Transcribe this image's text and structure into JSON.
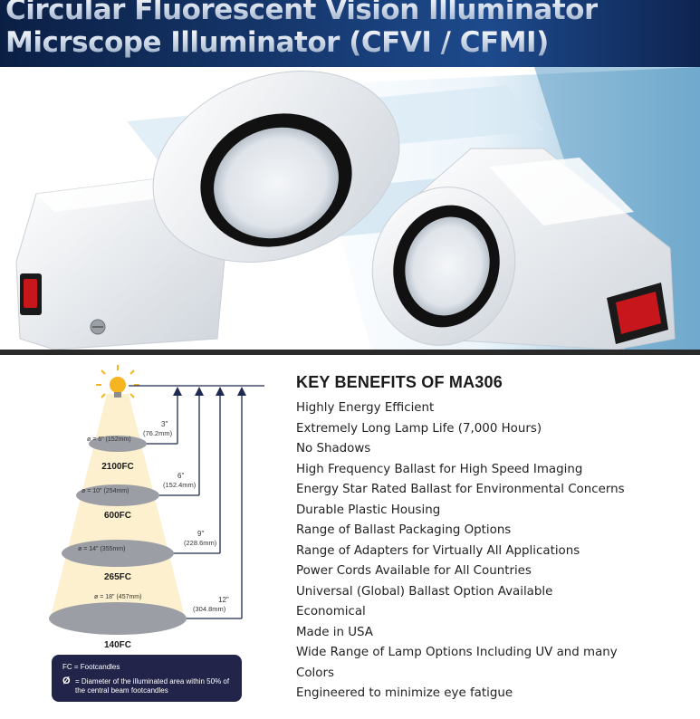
{
  "header": {
    "line1": "Circular Fluorescent Vision Illuminator",
    "line2": "Micrscope Illuminator (CFVI / CFMI)"
  },
  "photo": {
    "icon": "ring-illuminator-product-photo"
  },
  "diagram": {
    "levels": [
      {
        "distance_in": "3\"",
        "distance_mm": "(76.2mm)",
        "diameter": "ø = 6\" (152mm)",
        "footcandles": "2100FC"
      },
      {
        "distance_in": "6\"",
        "distance_mm": "(152.4mm)",
        "diameter": "ø = 10\" (254mm)",
        "footcandles": "600FC"
      },
      {
        "distance_in": "9\"",
        "distance_mm": "(228.6mm)",
        "diameter": "ø = 14\" (355mm)",
        "footcandles": "265FC"
      },
      {
        "distance_in": "12\"",
        "distance_mm": "(304.8mm)",
        "diameter": "ø = 18\" (457mm)",
        "footcandles": "140FC"
      }
    ],
    "legend": {
      "fc_line": "FC = Footcandles",
      "diameter_symbol": "Ø",
      "diameter_line": "= Diameter of the illuminated area within 50% of the central beam footcandles"
    }
  },
  "benefits": {
    "title": "KEY BENEFITS OF MA306",
    "items": [
      "Highly Energy Efficient",
      "Extremely Long Lamp Life (7,000 Hours)",
      "No Shadows",
      "High Frequency Ballast for High Speed Imaging",
      "Energy Star Rated Ballast for Environmental Concerns",
      "Durable Plastic Housing",
      "Range of Ballast Packaging Options",
      "Range of Adapters for Virtually All Applications",
      "Power Cords Available for All Countries",
      "Universal (Global) Ballast Option Available",
      "Economical",
      "Made in USA",
      "Wide Range of Lamp Options Including UV and many",
      "Colors",
      "Engineered to minimize eye fatigue"
    ]
  },
  "colors": {
    "banner": "#173a72",
    "legend_bg": "#23244a",
    "beam": "#fdf0cf",
    "arrows": "#1f2a52",
    "switch": "#c8161d"
  }
}
